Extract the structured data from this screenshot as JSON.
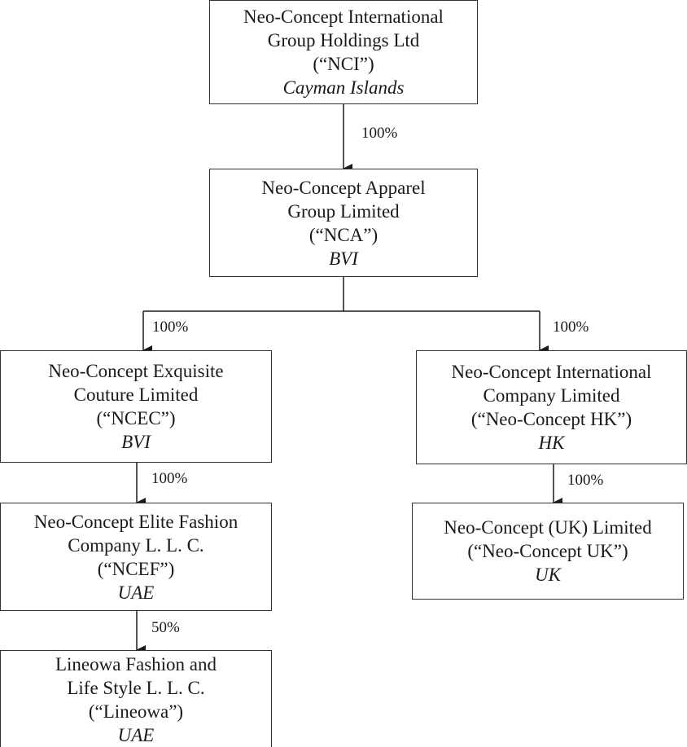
{
  "entities": {
    "nci": {
      "lines": [
        "Neo-Concept International",
        "Group Holdings Ltd",
        "(“NCI”)"
      ],
      "jurisdiction": "Cayman Islands"
    },
    "nca": {
      "lines": [
        "Neo-Concept Apparel",
        "Group Limited",
        "(“NCA”)"
      ],
      "jurisdiction": "BVI"
    },
    "ncec": {
      "lines": [
        "Neo-Concept Exquisite",
        "Couture Limited",
        "(“NCEC”)"
      ],
      "jurisdiction": "BVI"
    },
    "nchk": {
      "lines": [
        "Neo-Concept International",
        "Company Limited",
        "(“Neo-Concept HK”)"
      ],
      "jurisdiction": "HK"
    },
    "ncef": {
      "lines": [
        "Neo-Concept Elite Fashion",
        "Company L. L. C.",
        "(“NCEF”)"
      ],
      "jurisdiction": "UAE"
    },
    "ncuk": {
      "lines": [
        "Neo-Concept (UK) Limited",
        "(“Neo-Concept UK”)"
      ],
      "jurisdiction": "UK"
    },
    "lineowa": {
      "lines": [
        "Lineowa Fashion and",
        "Life Style L. L. C.",
        "(“Lineowa”)"
      ],
      "jurisdiction": "UAE"
    }
  },
  "ownership": {
    "nci_nca": "100%",
    "nca_ncec": "100%",
    "nca_nchk": "100%",
    "ncec_ncef": "100%",
    "nchk_ncuk": "100%",
    "ncef_lineowa": "50%"
  },
  "colors": {
    "line": "#1a1a1a",
    "border": "#333333",
    "text": "#1a1a1a"
  }
}
